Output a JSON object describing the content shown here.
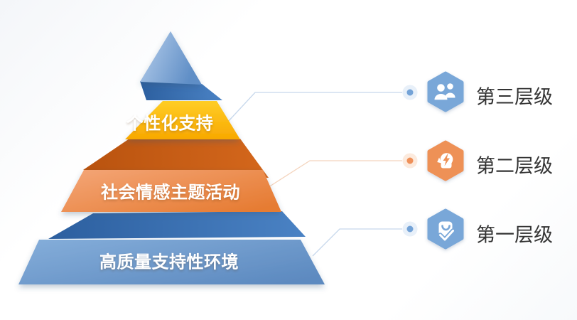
{
  "diagram": {
    "title_none": "",
    "pyramid": {
      "levels": [
        {
          "rank": "top",
          "label": "个性化支持",
          "band_color": "#fcb902",
          "fold_color": "#c2570f"
        },
        {
          "rank": "middle",
          "label": "社会情感主题活动",
          "band_color": "#ec8747",
          "fold_color": "#30629f"
        },
        {
          "rank": "bottom",
          "label": "高质量支持性环境",
          "band_color": "#6b97ca",
          "fold_color": "#30629f"
        }
      ],
      "apex_color": "#87afdc",
      "band_text_color": "#ffffff"
    },
    "callouts": [
      {
        "label": "第三层级",
        "icon": "users-icon",
        "hex_color": "#79a7d8",
        "dot_color": "#74a3d7",
        "halo_color": "#e8f0f9",
        "line_color": "#c7d8ec"
      },
      {
        "label": "第二层级",
        "icon": "idea-head-icon",
        "hex_color": "#ee9156",
        "dot_color": "#ef9059",
        "halo_color": "#fceadd",
        "line_color": "#f4d4bd"
      },
      {
        "label": "第一层级",
        "icon": "bag-check-icon",
        "hex_color": "#79a7d8",
        "dot_color": "#74a3d7",
        "halo_color": "#e8f0f9",
        "line_color": "#c7d8ec"
      }
    ],
    "label_text_color": "#333333"
  }
}
